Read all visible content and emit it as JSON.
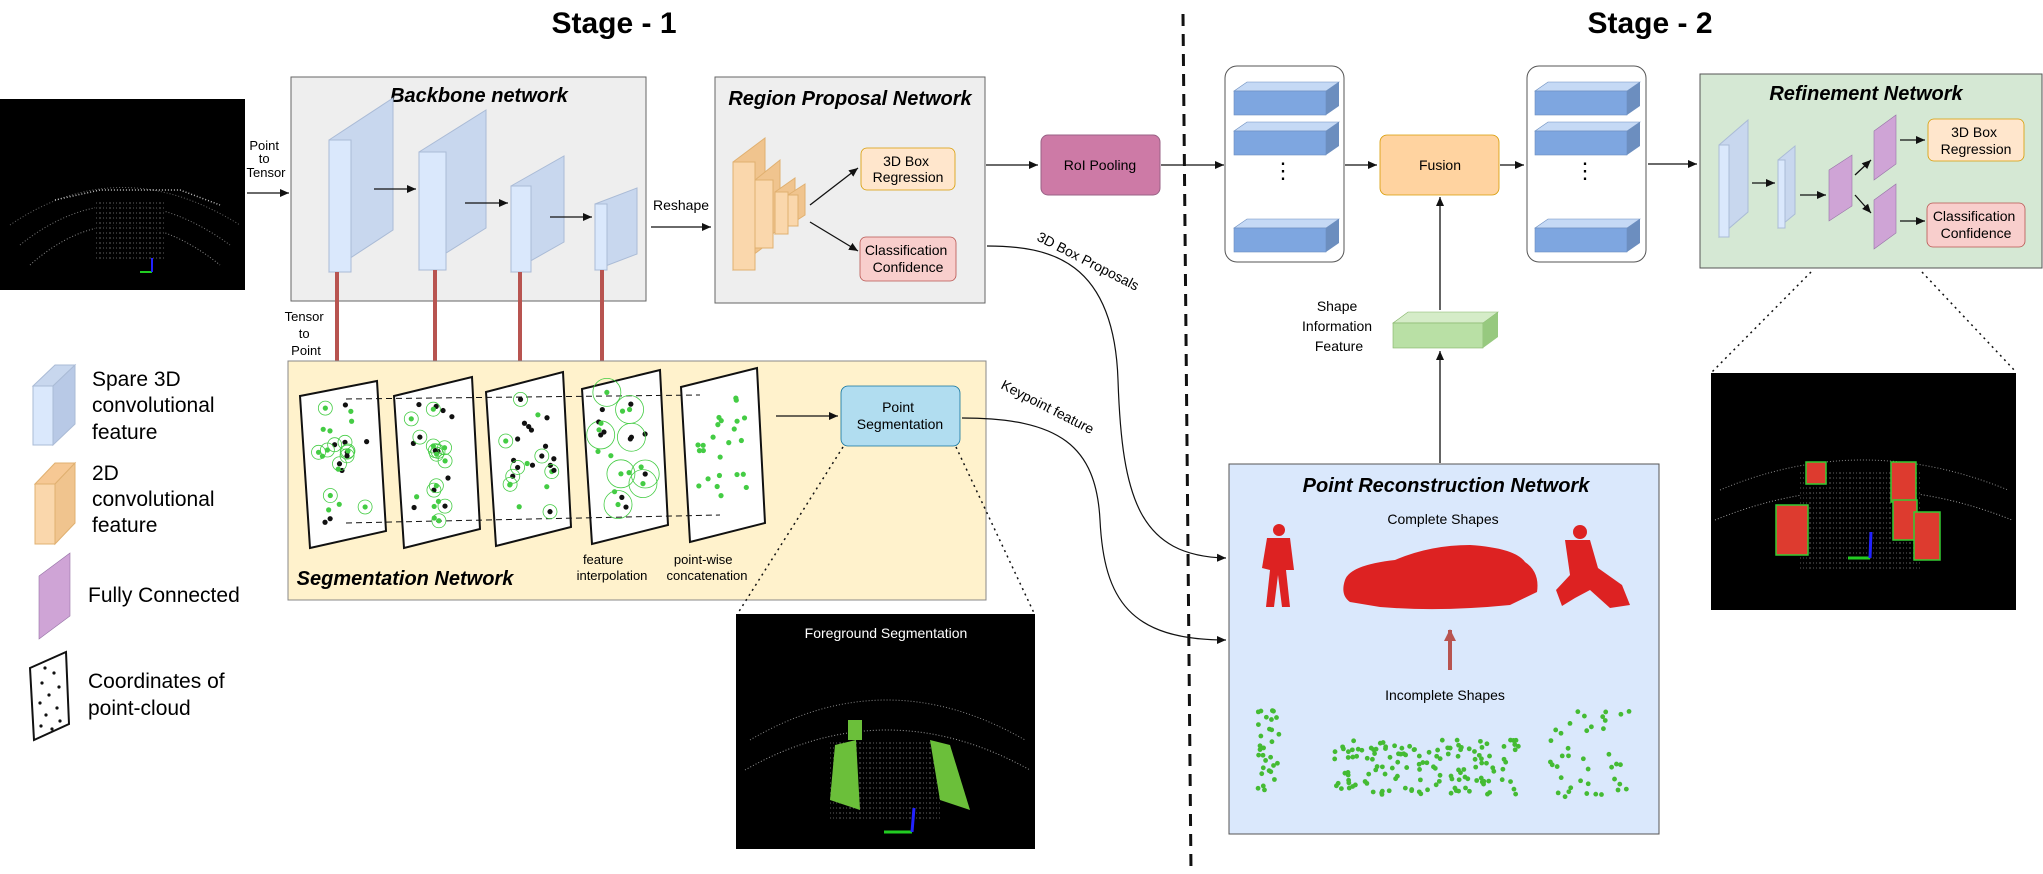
{
  "stages": {
    "stage1": "Stage - 1",
    "stage2": "Stage - 2"
  },
  "stage1": {
    "point_to_tensor": [
      "Point",
      "to",
      "Tensor"
    ],
    "backbone_title": "Backbone network",
    "reshape": "Reshape",
    "rpn_title": "Region Proposal Network",
    "box_regression": [
      "3D Box",
      "Regression"
    ],
    "classification": [
      "Classification",
      "Confidence"
    ],
    "tensor_to_point": [
      "Tensor",
      "to",
      "Point"
    ],
    "segmentation_title": "Segmentation Network",
    "feature_interpolation": [
      "feature",
      "interpolation"
    ],
    "pointwise_concat": [
      "point-wise",
      "concatenation"
    ],
    "point_segmentation": [
      "Point",
      "Segmentation"
    ],
    "foreground_segmentation": "Foreground Segmentation"
  },
  "connectors": {
    "roi_pooling": "RoI Pooling",
    "box_proposals": "3D Box Proposals",
    "keypoint_feature": "Keypoint feature"
  },
  "stage2": {
    "fusion": "Fusion",
    "shape_info": [
      "Shape",
      "Information",
      "Feature"
    ],
    "refinement_title": "Refinement Network",
    "box_regression": [
      "3D Box",
      "Regression"
    ],
    "classification": [
      "Classification",
      "Confidence"
    ],
    "prn_title": "Point Reconstruction Network",
    "complete_shapes": "Complete Shapes",
    "incomplete_shapes": "Incomplete Shapes"
  },
  "legend": {
    "sparse3d": [
      "Spare 3D",
      "convolutional",
      "feature"
    ],
    "conv2d": [
      "2D",
      "convolutional",
      "feature"
    ],
    "fc": "Fully Connected",
    "coords": [
      "Coordinates of",
      "point-cloud"
    ]
  },
  "colors": {
    "sparse3d": "#dae8fc",
    "conv2d": "#fad7ac",
    "fc": "#cfa4d6",
    "roi": "#cd7aa6",
    "fusion": "#ffd3a0",
    "shape_feature": "#b9e0a5",
    "box_reg": "#ffe6cc",
    "cls": "#f8cecc",
    "seg_bg": "#fff2cc",
    "prn_bg": "#dae8fc",
    "ref_bg": "#d5e8d4",
    "backbone_bg": "#eeeeee",
    "red_arrow": "#b85450",
    "green_points": "#44cc44",
    "red_points": "#dd2222"
  }
}
